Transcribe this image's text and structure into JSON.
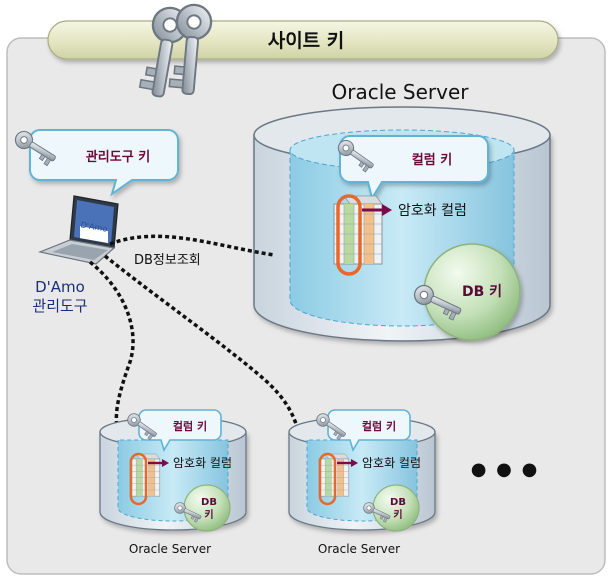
{
  "title": "사이트 키",
  "main_server": {
    "name": "Oracle Server",
    "column_key_label": "컬럼 키",
    "encrypted_column_label": "암호화 컬럼",
    "db_key_label": "DB 키"
  },
  "admin_tool": {
    "key_label": "관리도구 키",
    "name_line1": "D'Amo",
    "name_line2": "관리도구",
    "screen_text": "D'Amo"
  },
  "db_info_label": "DB정보조회",
  "small_servers": [
    {
      "name": "Oracle Server",
      "column_key_label": "컬럼 키",
      "encrypted_column_label": "암호화 컬럼",
      "db_key_line1": "DB",
      "db_key_line2": "키"
    },
    {
      "name": "Oracle Server",
      "column_key_label": "컬럼 키",
      "encrypted_column_label": "암호화 컬럼",
      "db_key_line1": "DB",
      "db_key_line2": "키"
    }
  ],
  "more_indicator": "● ● ●",
  "colors": {
    "frame_bg": "#e9e9e9",
    "title_banner": "#e5e7c8",
    "cylinder_body": "#d2dde7",
    "cylinder_water": "#9fd3e8",
    "bubble_fill": "#eef7fb",
    "bubble_stroke": "#5fb4d6",
    "db_key_fill": "#c4e0b8",
    "highlight_orange": "#e8682a",
    "arrow_maroon": "#7a0c4a"
  }
}
